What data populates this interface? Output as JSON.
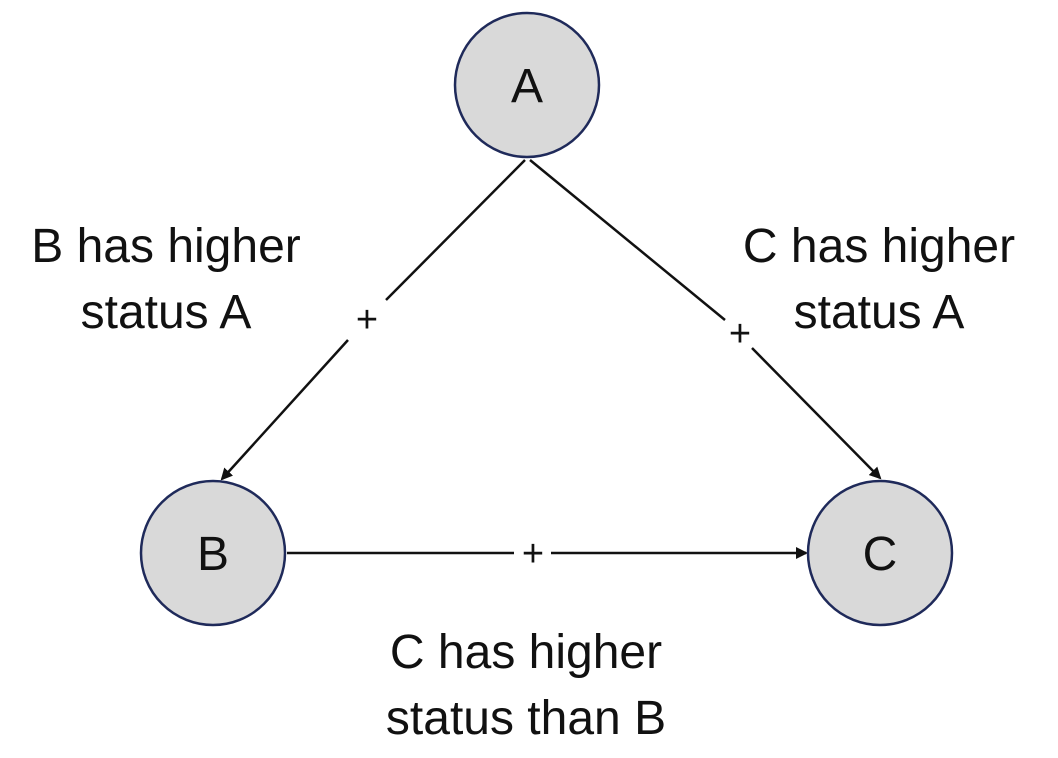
{
  "nodes": {
    "a": "A",
    "b": "B",
    "c": "C"
  },
  "edges": {
    "ab": {
      "sign": "+",
      "caption_line1": "B has higher",
      "caption_line2": "status A"
    },
    "ac": {
      "sign": "+",
      "caption_line1": "C has higher",
      "caption_line2": "status A"
    },
    "bc": {
      "sign": "+",
      "caption_line1": "C has higher",
      "caption_line2": "status than B"
    }
  },
  "colors": {
    "node_fill": "#d9d9d9",
    "node_stroke": "#1f2a5a",
    "edge": "#111111"
  }
}
